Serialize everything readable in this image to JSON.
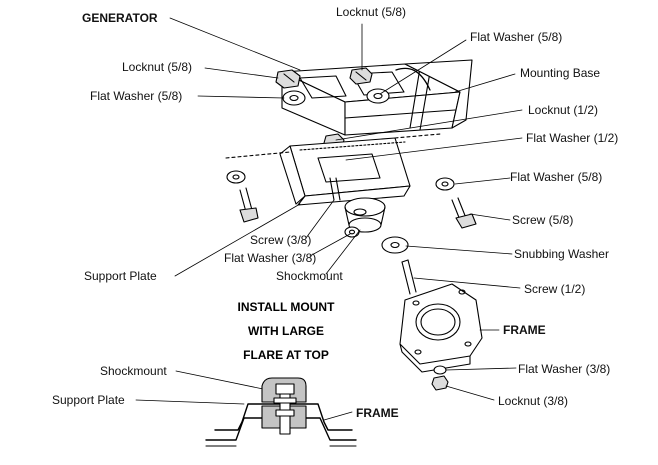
{
  "labels": {
    "generator": "GENERATOR",
    "locknut_58_top": "Locknut (5/8)",
    "flat_washer_58_top": "Flat Washer (5/8)",
    "locknut_58_left": "Locknut (5/8)",
    "mounting_base": "Mounting Base",
    "flat_washer_58_left": "Flat Washer (5/8)",
    "locknut_12": "Locknut (1/2)",
    "flat_washer_12": "Flat Washer (1/2)",
    "flat_washer_58_right": "Flat Washer (5/8)",
    "screw_58": "Screw (5/8)",
    "screw_38": "Screw (3/8)",
    "flat_washer_38_mid": "Flat Washer (3/8)",
    "support_plate": "Support Plate",
    "shockmount": "Shockmount",
    "snubbing_washer": "Snubbing Washer",
    "screw_12": "Screw (1/2)",
    "frame": "FRAME",
    "flat_washer_38_bottom": "Flat Washer (3/8)",
    "locknut_38": "Locknut (3/8)"
  },
  "install_note": {
    "line1": "INSTALL MOUNT",
    "line2": "WITH LARGE",
    "line3": "FLARE AT TOP"
  },
  "detail_labels": {
    "shockmount": "Shockmount",
    "support_plate": "Support Plate",
    "frame": "FRAME"
  }
}
